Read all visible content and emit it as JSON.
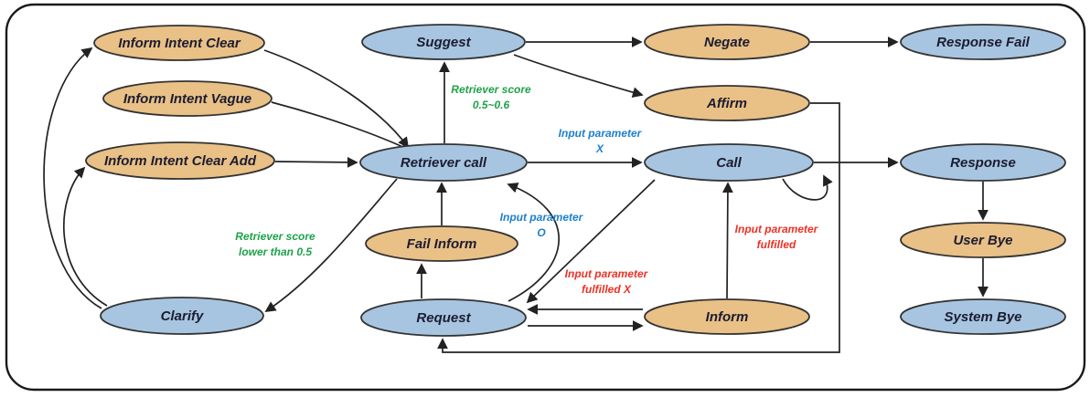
{
  "diagram": {
    "type": "state-flow",
    "colors": {
      "background": "#ffffff",
      "border": "#1a1a1a",
      "user_node_fill": "#e9c086",
      "system_node_fill": "#a7c5e0",
      "node_stroke": "#333333",
      "node_text": "#1c1c30",
      "edge": "#222222",
      "green_label": "#1fa24a",
      "blue_label": "#1b7fd0",
      "red_label": "#ee3124"
    },
    "nodes": [
      {
        "id": "inform-intent-clear",
        "label": "Inform Intent Clear",
        "type": "user"
      },
      {
        "id": "inform-intent-vague",
        "label": "Inform Intent Vague",
        "type": "user"
      },
      {
        "id": "inform-intent-clear-add",
        "label": "Inform Intent Clear Add",
        "type": "user"
      },
      {
        "id": "clarify",
        "label": "Clarify",
        "type": "system"
      },
      {
        "id": "suggest",
        "label": "Suggest",
        "type": "system"
      },
      {
        "id": "retriever-call",
        "label": "Retriever call",
        "type": "system"
      },
      {
        "id": "fail-inform",
        "label": "Fail Inform",
        "type": "user"
      },
      {
        "id": "request",
        "label": "Request",
        "type": "system"
      },
      {
        "id": "negate",
        "label": "Negate",
        "type": "user"
      },
      {
        "id": "affirm",
        "label": "Affirm",
        "type": "user"
      },
      {
        "id": "call",
        "label": "Call",
        "type": "system"
      },
      {
        "id": "inform",
        "label": "Inform",
        "type": "user"
      },
      {
        "id": "response-fail",
        "label": "Response Fail",
        "type": "system"
      },
      {
        "id": "response",
        "label": "Response",
        "type": "system"
      },
      {
        "id": "user-bye",
        "label": "User Bye",
        "type": "user"
      },
      {
        "id": "system-bye",
        "label": "System Bye",
        "type": "system"
      }
    ],
    "edge_labels": [
      {
        "id": "retriever-score-high",
        "line1": "Retriever score",
        "line2": "0.5~0.6",
        "color": "green"
      },
      {
        "id": "retriever-score-low",
        "line1": "Retriever score",
        "line2": "lower than 0.5",
        "color": "green"
      },
      {
        "id": "input-parameter-x",
        "line1": "Input parameter",
        "line2": "X",
        "color": "blue"
      },
      {
        "id": "input-parameter-o",
        "line1": "Input parameter",
        "line2": "O",
        "color": "blue"
      },
      {
        "id": "input-parameter-fulfilled",
        "line1": "Input parameter",
        "line2": "fulfilled",
        "color": "red"
      },
      {
        "id": "input-parameter-fulfilled-x",
        "line1": "Input parameter",
        "line2": "fulfilled X",
        "color": "red"
      }
    ],
    "edges": [
      {
        "from": "inform-intent-clear",
        "to": "retriever-call"
      },
      {
        "from": "inform-intent-vague",
        "to": "retriever-call"
      },
      {
        "from": "inform-intent-clear-add",
        "to": "retriever-call"
      },
      {
        "from": "retriever-call",
        "to": "suggest",
        "label": "retriever-score-high"
      },
      {
        "from": "retriever-call",
        "to": "clarify",
        "label": "retriever-score-low"
      },
      {
        "from": "retriever-call",
        "to": "call",
        "label": "input-parameter-x"
      },
      {
        "from": "request",
        "to": "retriever-call",
        "label": "input-parameter-o"
      },
      {
        "from": "suggest",
        "to": "negate"
      },
      {
        "from": "suggest",
        "to": "affirm"
      },
      {
        "from": "negate",
        "to": "response-fail"
      },
      {
        "from": "affirm",
        "to": "request"
      },
      {
        "from": "call",
        "to": "response"
      },
      {
        "from": "call",
        "to": "call"
      },
      {
        "from": "call",
        "to": "request"
      },
      {
        "from": "inform",
        "to": "call",
        "label": "input-parameter-fulfilled"
      },
      {
        "from": "inform",
        "to": "request",
        "label": "input-parameter-fulfilled-x"
      },
      {
        "from": "request",
        "to": "inform"
      },
      {
        "from": "request",
        "to": "fail-inform"
      },
      {
        "from": "fail-inform",
        "to": "retriever-call"
      },
      {
        "from": "clarify",
        "to": "inform-intent-clear"
      },
      {
        "from": "clarify",
        "to": "inform-intent-clear-add"
      },
      {
        "from": "response",
        "to": "user-bye"
      },
      {
        "from": "user-bye",
        "to": "system-bye"
      }
    ]
  }
}
